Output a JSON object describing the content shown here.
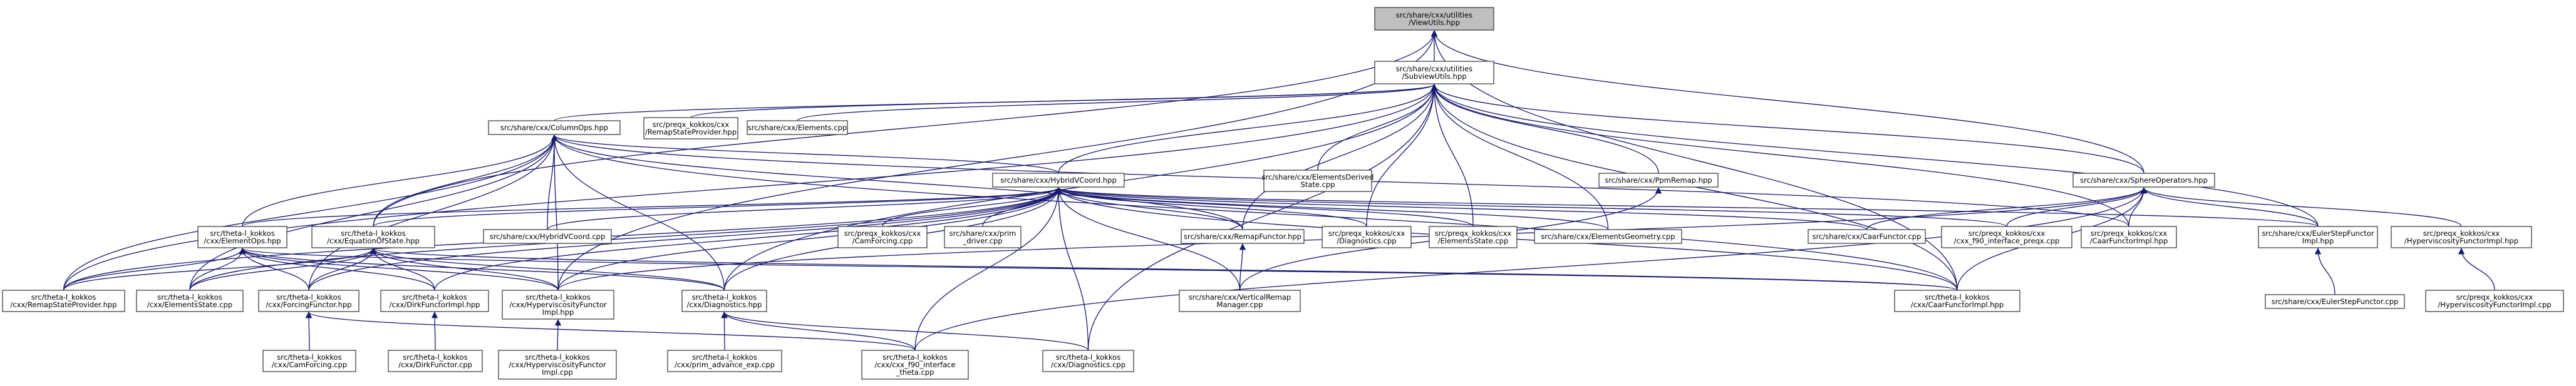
{
  "diagram": {
    "nodes": [
      {
        "id": "viewutils",
        "lines": [
          "src/share/cxx/utilities",
          "/ViewUtils.hpp"
        ],
        "root": true
      },
      {
        "id": "subviewutils",
        "lines": [
          "src/share/cxx/utilities",
          "/SubviewUtils.hpp"
        ]
      },
      {
        "id": "columnops",
        "lines": [
          "src/share/cxx/ColumnOps.hpp"
        ]
      },
      {
        "id": "remapstateprovider_prep",
        "lines": [
          "src/preqx_kokkos/cxx",
          "/RemapStateProvider.hpp"
        ]
      },
      {
        "id": "elements_cpp",
        "lines": [
          "src/share/cxx/Elements.cpp"
        ]
      },
      {
        "id": "elementsderived",
        "lines": [
          "src/share/cxx/ElementsDerived",
          "State.cpp"
        ]
      },
      {
        "id": "ppmremap",
        "lines": [
          "src/share/cxx/PpmRemap.hpp"
        ]
      },
      {
        "id": "sphereops",
        "lines": [
          "src/share/cxx/SphereOperators.hpp"
        ]
      },
      {
        "id": "hybridvcoord",
        "lines": [
          "src/share/cxx/HybridVCoord.hpp"
        ]
      },
      {
        "id": "theta_elementops",
        "lines": [
          "src/theta-l_kokkos",
          "/cxx/ElementOps.hpp"
        ]
      },
      {
        "id": "theta_eos",
        "lines": [
          "src/theta-l_kokkos",
          "/cxx/EquationOfState.hpp"
        ]
      },
      {
        "id": "hybridvcoord_cpp",
        "lines": [
          "src/share/cxx/HybridVCoord.cpp"
        ]
      },
      {
        "id": "prep_camforcing",
        "lines": [
          "src/preqx_kokkos/cxx",
          "/CamForcing.cpp"
        ]
      },
      {
        "id": "prim_driver",
        "lines": [
          "src/share/cxx/prim",
          "_driver.cpp"
        ]
      },
      {
        "id": "remapfunctor",
        "lines": [
          "src/share/cxx/RemapFunctor.hpp"
        ]
      },
      {
        "id": "prep_diagnostics",
        "lines": [
          "src/preqx_kokkos/cxx",
          "/Diagnostics.cpp"
        ]
      },
      {
        "id": "prep_elementsstate",
        "lines": [
          "src/preqx_kokkos/cxx",
          "/ElementsState.cpp"
        ]
      },
      {
        "id": "elementsgeometry",
        "lines": [
          "src/share/cxx/ElementsGeometry.cpp"
        ]
      },
      {
        "id": "caarfunctor_cpp",
        "lines": [
          "src/share/cxx/CaarFunctor.cpp"
        ]
      },
      {
        "id": "prep_cxx_f90",
        "lines": [
          "src/preqx_kokkos/cxx",
          "/cxx_f90_interface_preqx.cpp"
        ]
      },
      {
        "id": "prep_caarfunctorimpl",
        "lines": [
          "src/preqx_kokkos/cxx",
          "/CaarFunctorImpl.hpp"
        ]
      },
      {
        "id": "eulerstepimpl",
        "lines": [
          "src/share/cxx/EulerStepFunctor",
          "Impl.hpp"
        ]
      },
      {
        "id": "prep_hypervisimpl",
        "lines": [
          "src/preqx_kokkos/cxx",
          "/HyperviscosityFunctorImpl.hpp"
        ]
      },
      {
        "id": "theta_remapstate",
        "lines": [
          "src/theta-l_kokkos",
          "/cxx/RemapStateProvider.hpp"
        ]
      },
      {
        "id": "theta_elementsstate",
        "lines": [
          "src/theta-l_kokkos",
          "/cxx/ElementsState.cpp"
        ]
      },
      {
        "id": "theta_forcingfunctor",
        "lines": [
          "src/theta-l_kokkos",
          "/cxx/ForcingFunctor.hpp"
        ]
      },
      {
        "id": "theta_dirkimpl",
        "lines": [
          "src/theta-l_kokkos",
          "/cxx/DirkFunctorImpl.hpp"
        ]
      },
      {
        "id": "theta_hypervisimpl",
        "lines": [
          "src/theta-l_kokkos",
          "/cxx/HyperviscosityFunctor",
          "Impl.hpp"
        ]
      },
      {
        "id": "theta_diagnostics_hpp",
        "lines": [
          "src/theta-l_kokkos",
          "/cxx/Diagnostics.hpp"
        ]
      },
      {
        "id": "verticalremap",
        "lines": [
          "src/share/cxx/VerticalRemap",
          "Manager.cpp"
        ]
      },
      {
        "id": "theta_caarimpl",
        "lines": [
          "src/theta-l_kokkos",
          "/cxx/CaarFunctorImpl.hpp"
        ]
      },
      {
        "id": "eulerstep_cpp",
        "lines": [
          "src/share/cxx/EulerStepFunctor.cpp"
        ]
      },
      {
        "id": "prep_hypervisimpl_cpp",
        "lines": [
          "src/preqx_kokkos/cxx",
          "/HyperviscosityFunctorImpl.cpp"
        ]
      },
      {
        "id": "theta_camforcing",
        "lines": [
          "src/theta-l_kokkos",
          "/cxx/CamForcing.cpp"
        ]
      },
      {
        "id": "theta_dirkfunctor",
        "lines": [
          "src/theta-l_kokkos",
          "/cxx/DirkFunctor.cpp"
        ]
      },
      {
        "id": "theta_hypervisimpl_cpp",
        "lines": [
          "src/theta-l_kokkos",
          "/cxx/HyperviscosityFunctor",
          "Impl.cpp"
        ]
      },
      {
        "id": "theta_prim_advance",
        "lines": [
          "src/theta-l_kokkos",
          "/cxx/prim_advance_exp.cpp"
        ]
      },
      {
        "id": "theta_cxx_f90",
        "lines": [
          "src/theta-l_kokkos",
          "/cxx/cxx_f90_interface",
          "_theta.cpp"
        ]
      },
      {
        "id": "theta_diagnostics_cpp",
        "lines": [
          "src/theta-l_kokkos",
          "/cxx/Diagnostics.cpp"
        ]
      }
    ],
    "edges": [
      [
        "viewutils",
        "subviewutils"
      ],
      [
        "viewutils",
        "sphereops"
      ],
      [
        "viewutils",
        "theta_eos"
      ],
      [
        "viewutils",
        "theta_caarimpl"
      ],
      [
        "viewutils",
        "theta_hypervisimpl"
      ],
      [
        "subviewutils",
        "columnops"
      ],
      [
        "subviewutils",
        "remapstateprovider_prep"
      ],
      [
        "subviewutils",
        "elements_cpp"
      ],
      [
        "subviewutils",
        "elementsderived"
      ],
      [
        "subviewutils",
        "ppmremap"
      ],
      [
        "subviewutils",
        "sphereops"
      ],
      [
        "subviewutils",
        "hybridvcoord"
      ],
      [
        "subviewutils",
        "remapfunctor"
      ],
      [
        "subviewutils",
        "prep_diagnostics"
      ],
      [
        "subviewutils",
        "prep_elementsstate"
      ],
      [
        "subviewutils",
        "elementsgeometry"
      ],
      [
        "subviewutils",
        "prep_caarfunctorimpl"
      ],
      [
        "subviewutils",
        "eulerstepimpl"
      ],
      [
        "subviewutils",
        "theta_caarimpl"
      ],
      [
        "subviewutils",
        "theta_diagnostics_hpp"
      ],
      [
        "subviewutils",
        "theta_remapstate"
      ],
      [
        "subviewutils",
        "theta_diagnostics_cpp"
      ],
      [
        "columnops",
        "hybridvcoord"
      ],
      [
        "columnops",
        "theta_elementops"
      ],
      [
        "columnops",
        "theta_eos"
      ],
      [
        "columnops",
        "hybridvcoord_cpp"
      ],
      [
        "columnops",
        "theta_remapstate"
      ],
      [
        "columnops",
        "theta_elementsstate"
      ],
      [
        "columnops",
        "theta_forcingfunctor"
      ],
      [
        "columnops",
        "theta_hypervisimpl"
      ],
      [
        "columnops",
        "theta_diagnostics_hpp"
      ],
      [
        "columnops",
        "remapfunctor"
      ],
      [
        "columnops",
        "prep_caarfunctorimpl"
      ],
      [
        "columnops",
        "theta_caarimpl"
      ],
      [
        "ppmremap",
        "verticalremap"
      ],
      [
        "sphereops",
        "caarfunctor_cpp"
      ],
      [
        "sphereops",
        "prep_cxx_f90"
      ],
      [
        "sphereops",
        "prep_caarfunctorimpl"
      ],
      [
        "sphereops",
        "eulerstepimpl"
      ],
      [
        "sphereops",
        "prep_hypervisimpl"
      ],
      [
        "sphereops",
        "theta_caarimpl"
      ],
      [
        "sphereops",
        "theta_cxx_f90"
      ],
      [
        "sphereops",
        "theta_hypervisimpl"
      ],
      [
        "hybridvcoord",
        "theta_elementops"
      ],
      [
        "hybridvcoord",
        "theta_eos"
      ],
      [
        "hybridvcoord",
        "hybridvcoord_cpp"
      ],
      [
        "hybridvcoord",
        "prep_camforcing"
      ],
      [
        "hybridvcoord",
        "prim_driver"
      ],
      [
        "hybridvcoord",
        "remapfunctor"
      ],
      [
        "hybridvcoord",
        "prep_diagnostics"
      ],
      [
        "hybridvcoord",
        "prep_elementsstate"
      ],
      [
        "hybridvcoord",
        "elementsgeometry"
      ],
      [
        "hybridvcoord",
        "caarfunctor_cpp"
      ],
      [
        "hybridvcoord",
        "prep_cxx_f90"
      ],
      [
        "hybridvcoord",
        "eulerstepimpl"
      ],
      [
        "hybridvcoord",
        "theta_remapstate"
      ],
      [
        "hybridvcoord",
        "theta_elementsstate"
      ],
      [
        "hybridvcoord",
        "theta_forcingfunctor"
      ],
      [
        "hybridvcoord",
        "theta_dirkimpl"
      ],
      [
        "hybridvcoord",
        "theta_hypervisimpl"
      ],
      [
        "hybridvcoord",
        "theta_diagnostics_hpp"
      ],
      [
        "hybridvcoord",
        "theta_caarimpl"
      ],
      [
        "hybridvcoord",
        "theta_cxx_f90"
      ],
      [
        "hybridvcoord",
        "theta_diagnostics_cpp"
      ],
      [
        "hybridvcoord",
        "verticalremap"
      ],
      [
        "theta_elementops",
        "theta_remapstate"
      ],
      [
        "theta_elementops",
        "theta_elementsstate"
      ],
      [
        "theta_elementops",
        "theta_forcingfunctor"
      ],
      [
        "theta_elementops",
        "theta_dirkimpl"
      ],
      [
        "theta_elementops",
        "theta_hypervisimpl"
      ],
      [
        "theta_elementops",
        "theta_diagnostics_hpp"
      ],
      [
        "theta_elementops",
        "theta_caarimpl"
      ],
      [
        "theta_eos",
        "theta_remapstate"
      ],
      [
        "theta_eos",
        "theta_elementsstate"
      ],
      [
        "theta_eos",
        "theta_forcingfunctor"
      ],
      [
        "theta_eos",
        "theta_dirkimpl"
      ],
      [
        "theta_eos",
        "theta_hypervisimpl"
      ],
      [
        "theta_eos",
        "theta_diagnostics_hpp"
      ],
      [
        "theta_eos",
        "theta_caarimpl"
      ],
      [
        "remapfunctor",
        "verticalremap"
      ],
      [
        "eulerstepimpl",
        "eulerstep_cpp"
      ],
      [
        "prep_hypervisimpl",
        "prep_hypervisimpl_cpp"
      ],
      [
        "theta_forcingfunctor",
        "theta_camforcing"
      ],
      [
        "theta_forcingfunctor",
        "theta_cxx_f90"
      ],
      [
        "theta_dirkimpl",
        "theta_dirkfunctor"
      ],
      [
        "theta_hypervisimpl",
        "theta_hypervisimpl_cpp"
      ],
      [
        "theta_diagnostics_hpp",
        "theta_prim_advance"
      ],
      [
        "theta_diagnostics_hpp",
        "theta_cxx_f90"
      ],
      [
        "theta_diagnostics_hpp",
        "theta_diagnostics_cpp"
      ]
    ]
  }
}
